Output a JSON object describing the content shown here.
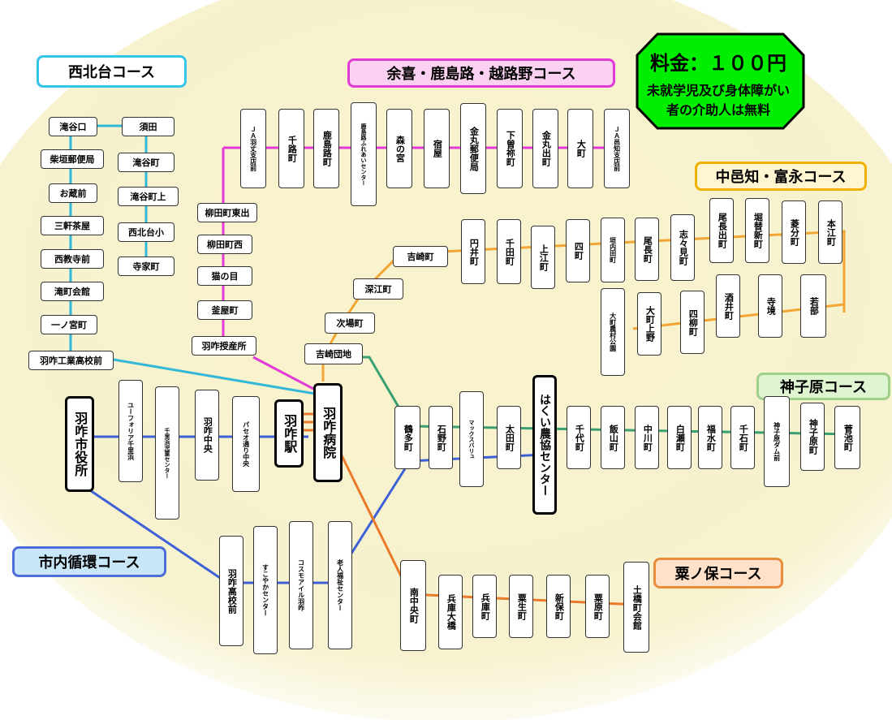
{
  "fare": {
    "main": "料金：１００円",
    "note_line1": "未就学児及び身体障がい",
    "note_line2": "者の介助人は無料"
  },
  "courses": {
    "seihokudai": "西北台コース",
    "yogo": "余喜・鹿島路・越路野コース",
    "nakaochi": "中邑知・富永コース",
    "kamikohara": "神子原コース",
    "shinai": "市内循環コース",
    "kurinoho": "粟ノ保コース"
  },
  "hubs": {
    "city_hall": "羽咋市役所",
    "station": "羽咋駅",
    "hospital": "羽咋病院",
    "nokyo": "はくい農協センター"
  },
  "stops": {
    "takiyaguchi": "滝谷口",
    "shibagaki_post": "柴垣郵便局",
    "okurasaki": "お蔵前",
    "sangenjaya": "三軒茶屋",
    "saikyoji": "西教寺前",
    "takimachi_kaikan": "滝町会館",
    "ichinomiya": "一ノ宮町",
    "industrial_hs": "羽咋工業高校前",
    "suda": "須田",
    "takiyamachi": "滝谷町",
    "takiyamachi_kami": "滝谷町上",
    "seihokudai_sho": "西北台小",
    "teraiemachi": "寺家町",
    "yanagidamachi_higashi": "柳田町東出",
    "yanagidamachi_nishi": "柳田町西",
    "nekonome": "猫の目",
    "kamayamachi": "釜屋町",
    "jusanjo": "羽咋授産所",
    "ja_hagu": "ＪＡ羽丈支店前",
    "senjimachi": "千路町",
    "kashimajimachi": "鹿島路町",
    "kashimaji_fureai": "鹿島路ふれあいセンター",
    "morinomiya": "森の宮",
    "shukuya": "宿屋",
    "kanamaru_post": "金丸郵便局",
    "shimosomyo": "下曽祢町",
    "kanamaru_dechi": "金丸出町",
    "omachi": "大町",
    "ja_oguchi": "ＪＡ邑知支店前",
    "yoshizakimachi": "吉崎町",
    "fukaemachi": "深江町",
    "tsugibamachi": "次場町",
    "yoshizaki_danchi": "吉崎団地",
    "enimachi": "円井町",
    "sendamachi": "千田町",
    "kamiemachi": "上江町",
    "yonmachi": "四町",
    "kakiuchidamachi": "垣内田町",
    "oosamachi": "尾長町",
    "shishimimachi": "志々見町",
    "osadeMachi": "尾長出町",
    "horimatsu_shinmachi": "堀替新町",
    "hishibunmachi": "菱分町",
    "hongomachi": "本江町",
    "omachi_koen": "大町農村公園",
    "omachi_kamino": "大町上野",
    "yonyanagimachi": "四柳町",
    "sakaimachi": "酒井町",
    "terasakai": "寺境",
    "wakabe": "若部",
    "euphoria": "ユーフォリア千里浜",
    "jidou_center": "千里浜児童センター",
    "hakui_chuo": "羽咋中央",
    "paseo": "パセオ通り中央",
    "tsurutamachi": "鶴多町",
    "ishinomachi": "石野町",
    "max_valu": "マックスバリュ",
    "otamachi": "太田町",
    "chiyomachi": "千代町",
    "iiyamamachi": "飯山町",
    "nakagawamachi": "中川町",
    "shirasemachi": "白瀬町",
    "fukumizumachi": "福水町",
    "chikokumachi": "千石町",
    "kamikohara_dam": "神子原ダム前",
    "kamikoharamachi": "神子原町",
    "sugaikemachi": "菅池町",
    "hakui_hs": "羽咋高校前",
    "sukoyaka": "すこやかセンター",
    "cosmo_isle": "コスモアイル羽咋",
    "rojin_center": "老人福祉センター",
    "minami_chuo": "南中央町",
    "hyogo_ohashi": "兵庫大橋",
    "hyogomachi": "兵庫町",
    "awaomachi": "粟生町",
    "shinbomachi": "新保町",
    "kuriharamachi": "粟原町",
    "dobashi_kaikan": "土橋町会館"
  },
  "colors": {
    "background_glow": "#f6f1c8",
    "seihokudai_line": "#33b7d9",
    "yogo_line": "#e23ad6",
    "nakaochi_line": "#f2a532",
    "kamikohara_line": "#3a9f72",
    "shinai_line": "#3e61d8",
    "kurinoho_line": "#ea7a2a",
    "fare_box": "#00ee00"
  }
}
